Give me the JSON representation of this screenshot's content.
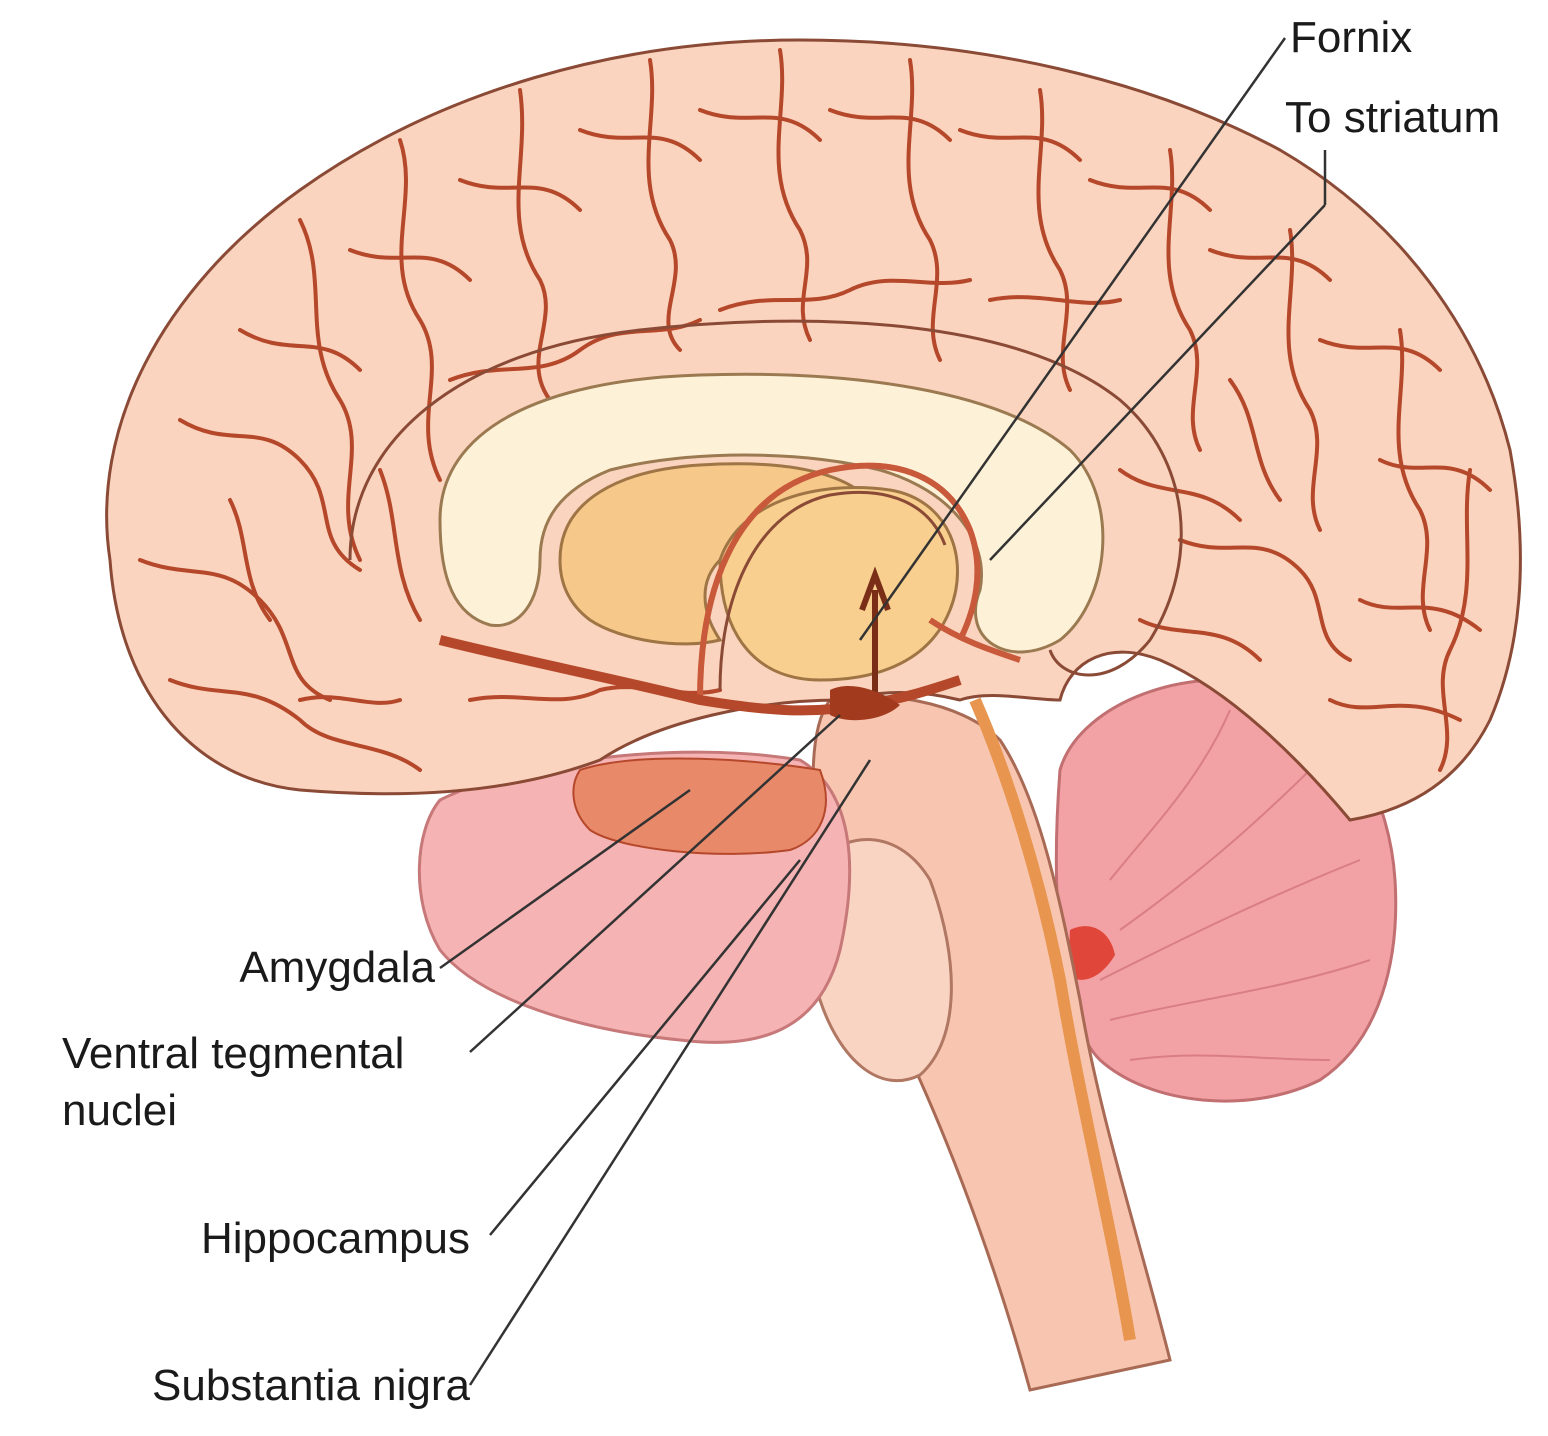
{
  "labels": {
    "fornix": "Fornix",
    "to_striatum": "To striatum",
    "amygdala": "Amygdala",
    "ventral_line1": "Ventral tegmental",
    "ventral_line2": "nuclei",
    "hippocampus": "Hippocampus",
    "substantia_nigra": "Substantia nigra"
  },
  "colors": {
    "cortex_fill": "#fad4be",
    "vessel": "#b5482a",
    "outline": "#8a4a36",
    "corpus_callosum": "#fdf2d8",
    "thalamus": "#f6c98a",
    "limbic": "#f5b3b3",
    "limbic_dark": "#e88a6a",
    "cerebellum": "#f2a1a4",
    "brainstem": "#f8c6b0",
    "leader": "#333333"
  }
}
